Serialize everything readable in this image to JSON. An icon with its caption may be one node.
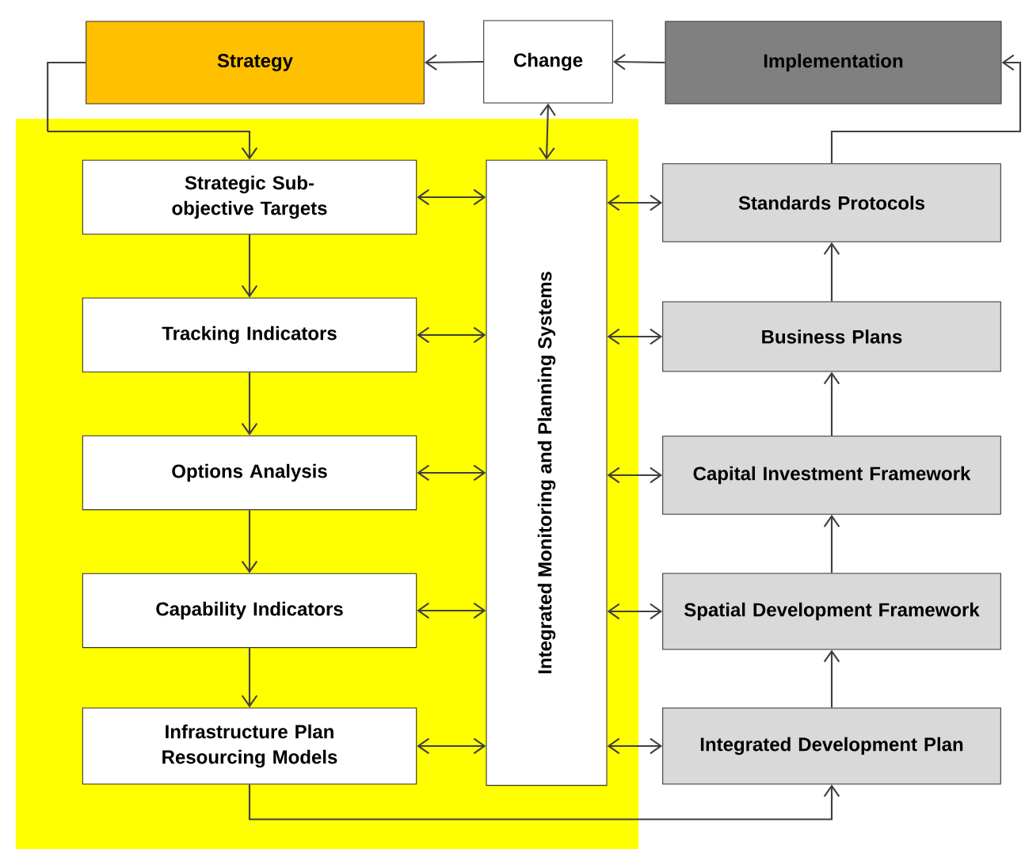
{
  "diagram": {
    "nodes": [
      {
        "text": [
          "Strategy"
        ]
      },
      {
        "text": [
          "Change"
        ]
      },
      {
        "text": [
          "Implementation"
        ]
      },
      {
        "text": [
          "Strategic Sub-objective Targets"
        ]
      },
      {
        "text": [
          "Tracking Indicators"
        ]
      },
      {
        "text": [
          "Options Analysis"
        ]
      },
      {
        "text": [
          "Capability Indicators"
        ]
      },
      {
        "text": [
          "Infrastructure Plan Resourcing Models"
        ]
      },
      {
        "text": [
          "Integrated Monitoring and Planning Systems"
        ]
      },
      {
        "text": [
          "Standards Protocols"
        ]
      },
      {
        "text": [
          "Business Plans"
        ]
      },
      {
        "text": [
          "Capital Investment Framework"
        ]
      },
      {
        "text": [
          "Spatial Development Framework"
        ]
      },
      {
        "text": [
          "Integrated Development Plan"
        ]
      }
    ],
    "edges": [
      {
        "from": 2,
        "to": 1,
        "arrow": "to"
      },
      {
        "from": 1,
        "to": 0,
        "arrow": "to"
      },
      {
        "from": 1,
        "to": 8,
        "arrow": "both"
      },
      {
        "from": 0,
        "to": 3,
        "arrow": "to"
      },
      {
        "from": 3,
        "to": 4,
        "arrow": "to"
      },
      {
        "from": 4,
        "to": 5,
        "arrow": "to"
      },
      {
        "from": 5,
        "to": 6,
        "arrow": "to"
      },
      {
        "from": 6,
        "to": 7,
        "arrow": "to"
      },
      {
        "from": 3,
        "to": 8,
        "arrow": "both"
      },
      {
        "from": 4,
        "to": 8,
        "arrow": "both"
      },
      {
        "from": 5,
        "to": 8,
        "arrow": "both"
      },
      {
        "from": 6,
        "to": 8,
        "arrow": "both"
      },
      {
        "from": 7,
        "to": 8,
        "arrow": "both"
      },
      {
        "from": 8,
        "to": 9,
        "arrow": "both"
      },
      {
        "from": 8,
        "to": 10,
        "arrow": "both"
      },
      {
        "from": 8,
        "to": 11,
        "arrow": "both"
      },
      {
        "from": 8,
        "to": 12,
        "arrow": "both"
      },
      {
        "from": 8,
        "to": 13,
        "arrow": "both"
      },
      {
        "from": 7,
        "to": 13,
        "arrow": "to"
      },
      {
        "from": 13,
        "to": 12,
        "arrow": "to"
      },
      {
        "from": 12,
        "to": 11,
        "arrow": "to"
      },
      {
        "from": 11,
        "to": 10,
        "arrow": "to"
      },
      {
        "from": 10,
        "to": 9,
        "arrow": "to"
      },
      {
        "from": 9,
        "to": 2,
        "arrow": "to"
      }
    ]
  }
}
